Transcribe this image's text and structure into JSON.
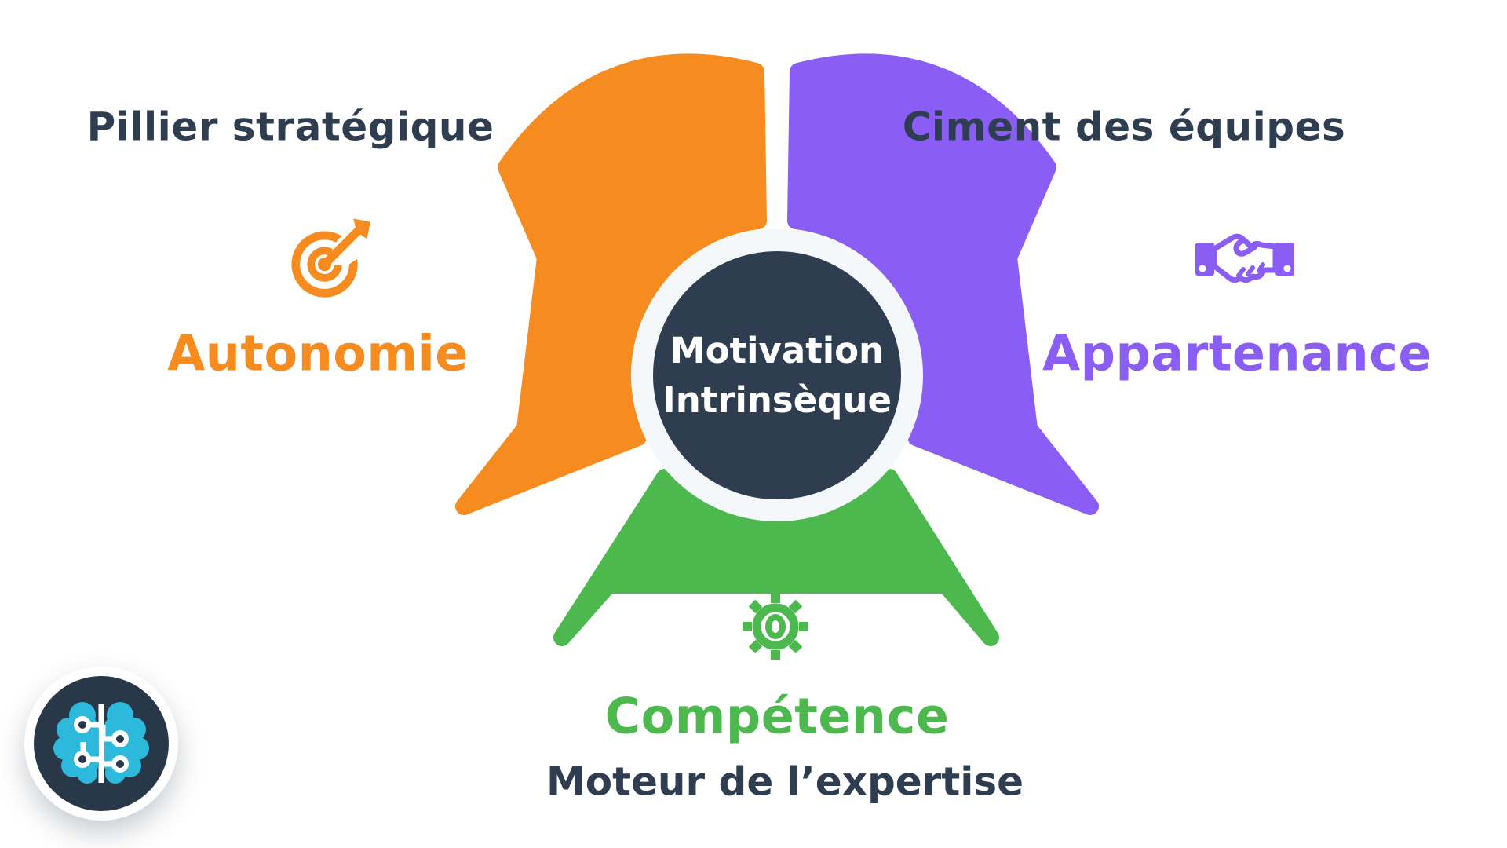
{
  "diagram": {
    "title_center": {
      "line1": "Motivation",
      "line2": "Intrinsèque"
    },
    "colors": {
      "background": "#ffffff",
      "circle_fill": "#2E3D4F",
      "ring": "#F4F8FA",
      "center_text": "#FFFFFF",
      "heading_text": "#2E3D4F"
    },
    "segments": [
      {
        "id": "autonomie",
        "label": "Autonomie",
        "tagline": "Pillier stratégique",
        "color": "#F68B1F",
        "icon": "target-icon"
      },
      {
        "id": "appartenance",
        "label": "Appartenance",
        "tagline": "Ciment des équipes",
        "color": "#8A5EF5",
        "icon": "handshake-icon"
      },
      {
        "id": "competence",
        "label": "Compétence",
        "tagline": "Moteur de l’expertise",
        "color": "#4CB84E",
        "icon": "gear-icon"
      }
    ]
  },
  "logo": {
    "name": "brain-circuit-logo",
    "colors": {
      "disc": "#283848",
      "ring": "#FFFFFF",
      "brain": "#2CB9DC",
      "traces": "#FFFFFF"
    }
  }
}
